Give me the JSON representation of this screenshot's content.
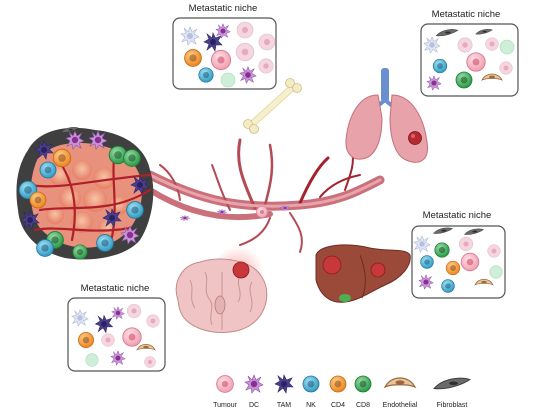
{
  "niches": [
    {
      "title": "Metastatic niche"
    },
    {
      "title": "Metastatic niche"
    },
    {
      "title": "Metastatic niche"
    },
    {
      "title": "Metastatic niche"
    }
  ],
  "legend": {
    "items": [
      {
        "label": "Tumour",
        "icon": "tumour-cell-icon",
        "color": "#f2a78f"
      },
      {
        "label": "DC",
        "icon": "dendritic-cell-icon",
        "color": "#b07cc6"
      },
      {
        "label": "TAM",
        "icon": "macrophage-icon",
        "color": "#4a3f8f"
      },
      {
        "label": "NK",
        "icon": "nk-cell-icon",
        "color": "#4fb0d3"
      },
      {
        "label": "CD4",
        "icon": "cd4-t-cell-icon",
        "color": "#f08c2e"
      },
      {
        "label": "CD8",
        "icon": "cd8-t-cell-icon",
        "color": "#3fae5a"
      },
      {
        "label": "Endothelial",
        "icon": "endothelial-cell-icon",
        "color": "#e3b58a"
      },
      {
        "label": "Fibroblast",
        "icon": "fibroblast-icon",
        "color": "#5a5a5a"
      }
    ]
  },
  "colors": {
    "vessel": "#c9707a",
    "vessel_dark": "#a3222c",
    "lung": "#e8a2aa",
    "liver": "#9b4a3a",
    "brain": "#f0c4c4",
    "bone": "#f3ebc4",
    "lesion": "#c8383a",
    "box_border": "#555555"
  }
}
